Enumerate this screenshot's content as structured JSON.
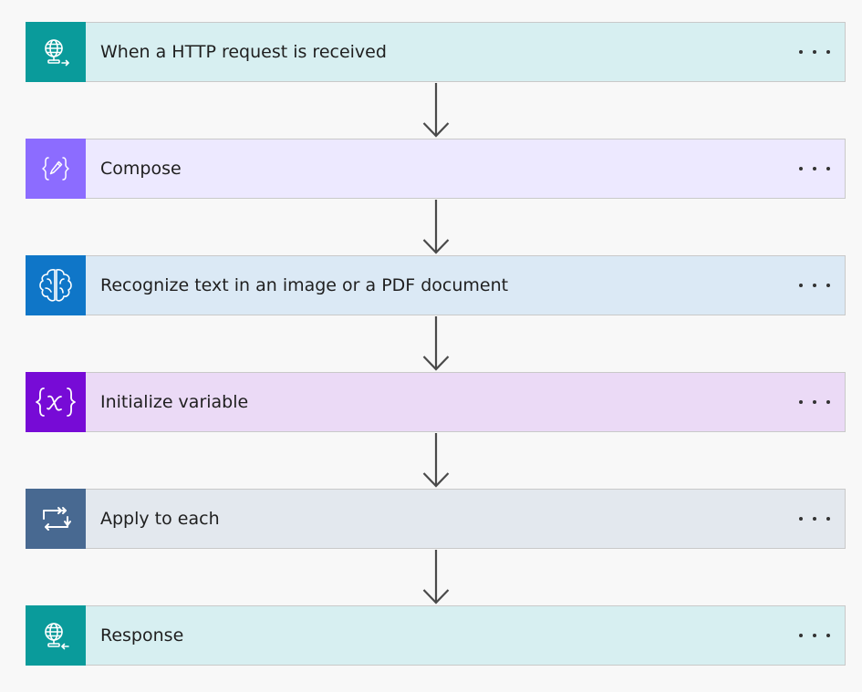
{
  "flow": {
    "steps": [
      {
        "id": "http-trigger",
        "title": "When a HTTP request is received",
        "icon": "globe-arrow-out-icon",
        "icon_bg": "#0a9b9b",
        "card_bg": "#d7eff1"
      },
      {
        "id": "compose",
        "title": "Compose",
        "icon": "braces-pencil-icon",
        "icon_bg": "#8c6cff",
        "card_bg": "#ede9ff"
      },
      {
        "id": "recognize-text",
        "title": "Recognize text in an image or a PDF document",
        "icon": "brain-icon",
        "icon_bg": "#0f76c8",
        "card_bg": "#dbe9f5"
      },
      {
        "id": "initialize-variable",
        "title": "Initialize variable",
        "icon": "variable-x-icon",
        "icon_bg": "#770bd6",
        "card_bg": "#ebdaf6"
      },
      {
        "id": "apply-to-each",
        "title": "Apply to each",
        "icon": "loop-icon",
        "icon_bg": "#486991",
        "card_bg": "#e3e8ee"
      },
      {
        "id": "response",
        "title": "Response",
        "icon": "globe-arrow-in-icon",
        "icon_bg": "#0a9b9b",
        "card_bg": "#d7eff1"
      }
    ],
    "connector_color": "#4a4a4a",
    "menu_icon": "more-horizontal-icon"
  }
}
